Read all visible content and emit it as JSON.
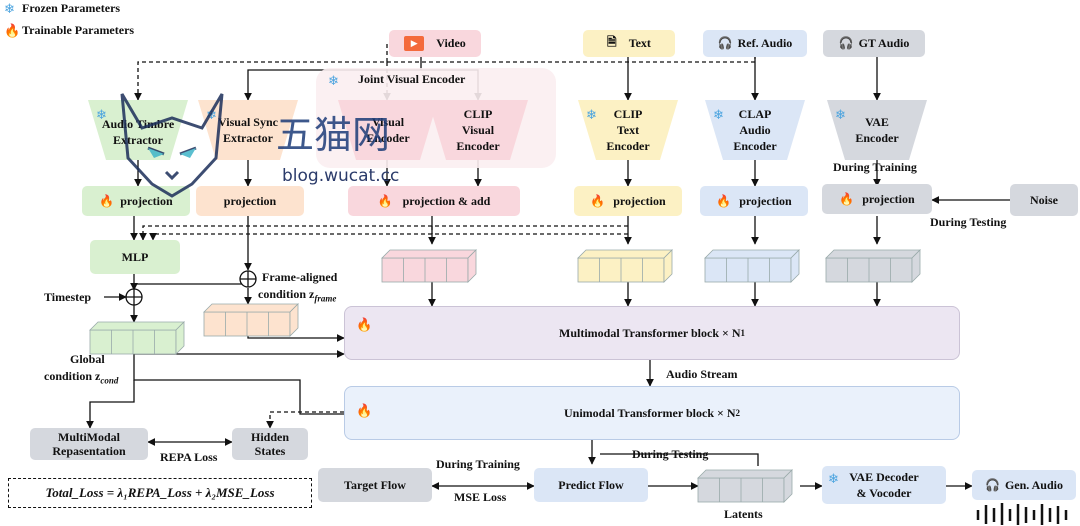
{
  "legend": {
    "frozen": "Frozen Parameters",
    "trainable": "Trainable Parameters"
  },
  "inputs": {
    "video": "Video",
    "text": "Text",
    "ref_audio": "Ref. Audio",
    "gt_audio": "GT Audio",
    "noise": "Noise"
  },
  "encoders": {
    "joint_visual": "Joint Visual Encoder",
    "audio_timbre": "Audio Timbre Extractor",
    "visual_sync": "Visual Sync Extractor",
    "clip_visual_1": "CLIP",
    "clip_visual_2": "Visual",
    "clip_visual_3": "Encoder",
    "clip_text_1": "CLIP",
    "clip_text_2": "Text",
    "clip_text_3": "Encoder",
    "clap_1": "CLAP",
    "clap_2": "Audio",
    "clap_3": "Encoder",
    "vae_1": "VAE",
    "vae_2": "Encoder",
    "hidden_1": "Visual",
    "hidden_2": "Encoder"
  },
  "projections": {
    "p1": "projection",
    "p2": "projection",
    "p3": "projection & add",
    "p4": "projection",
    "p5": "projection",
    "p6": "projection"
  },
  "labels": {
    "during_training_top": "During Training",
    "during_testing_top": "During Testing",
    "mlp": "MLP",
    "timestep": "Timestep",
    "frame_aligned": "Frame-aligned",
    "condition_frame": "condition z",
    "frame_sub": "frame",
    "global": "Global",
    "condition_cond": "condition z",
    "cond_sub": "cond",
    "multimodal_block": "Multimodal Transformer block  × N",
    "multimodal_sub": "1",
    "audio_stream": "Audio Stream",
    "unimodal_block": "Unimodal Transformer block  × N",
    "unimodal_sub": "2",
    "multimodal_rep_1": "MultiModal",
    "multimodal_rep_2": "Repasentation",
    "hidden_states_1": "Hidden",
    "hidden_states_2": "States",
    "repa_loss": "REPA Loss",
    "target_flow": "Target Flow",
    "during_training": "During Training",
    "mse_loss": "MSE Loss",
    "predict_flow": "Predict Flow",
    "during_testing": "During Testing",
    "latents": "Latents",
    "vae_decoder_1": "VAE Decoder",
    "vae_decoder_2": "& Vocoder",
    "gen_audio": "Gen. Audio",
    "total_loss": "Total_Loss = λ₁REPA_Loss + λ₂MSE_Loss"
  },
  "watermark": {
    "cn": "五猫网",
    "url": "blog.wucat.cc"
  },
  "colors": {
    "green": "#d9f0d0",
    "orange": "#fde3cf",
    "pink": "#f9d7dd",
    "yellow": "#fcf1c4",
    "blue": "#dbe6f6",
    "gray": "#d5d8de",
    "purple": "#ece6f2",
    "light_blue": "#eaf1fb",
    "frozen": "#4aa3df",
    "fire": "#ff5a1f"
  }
}
